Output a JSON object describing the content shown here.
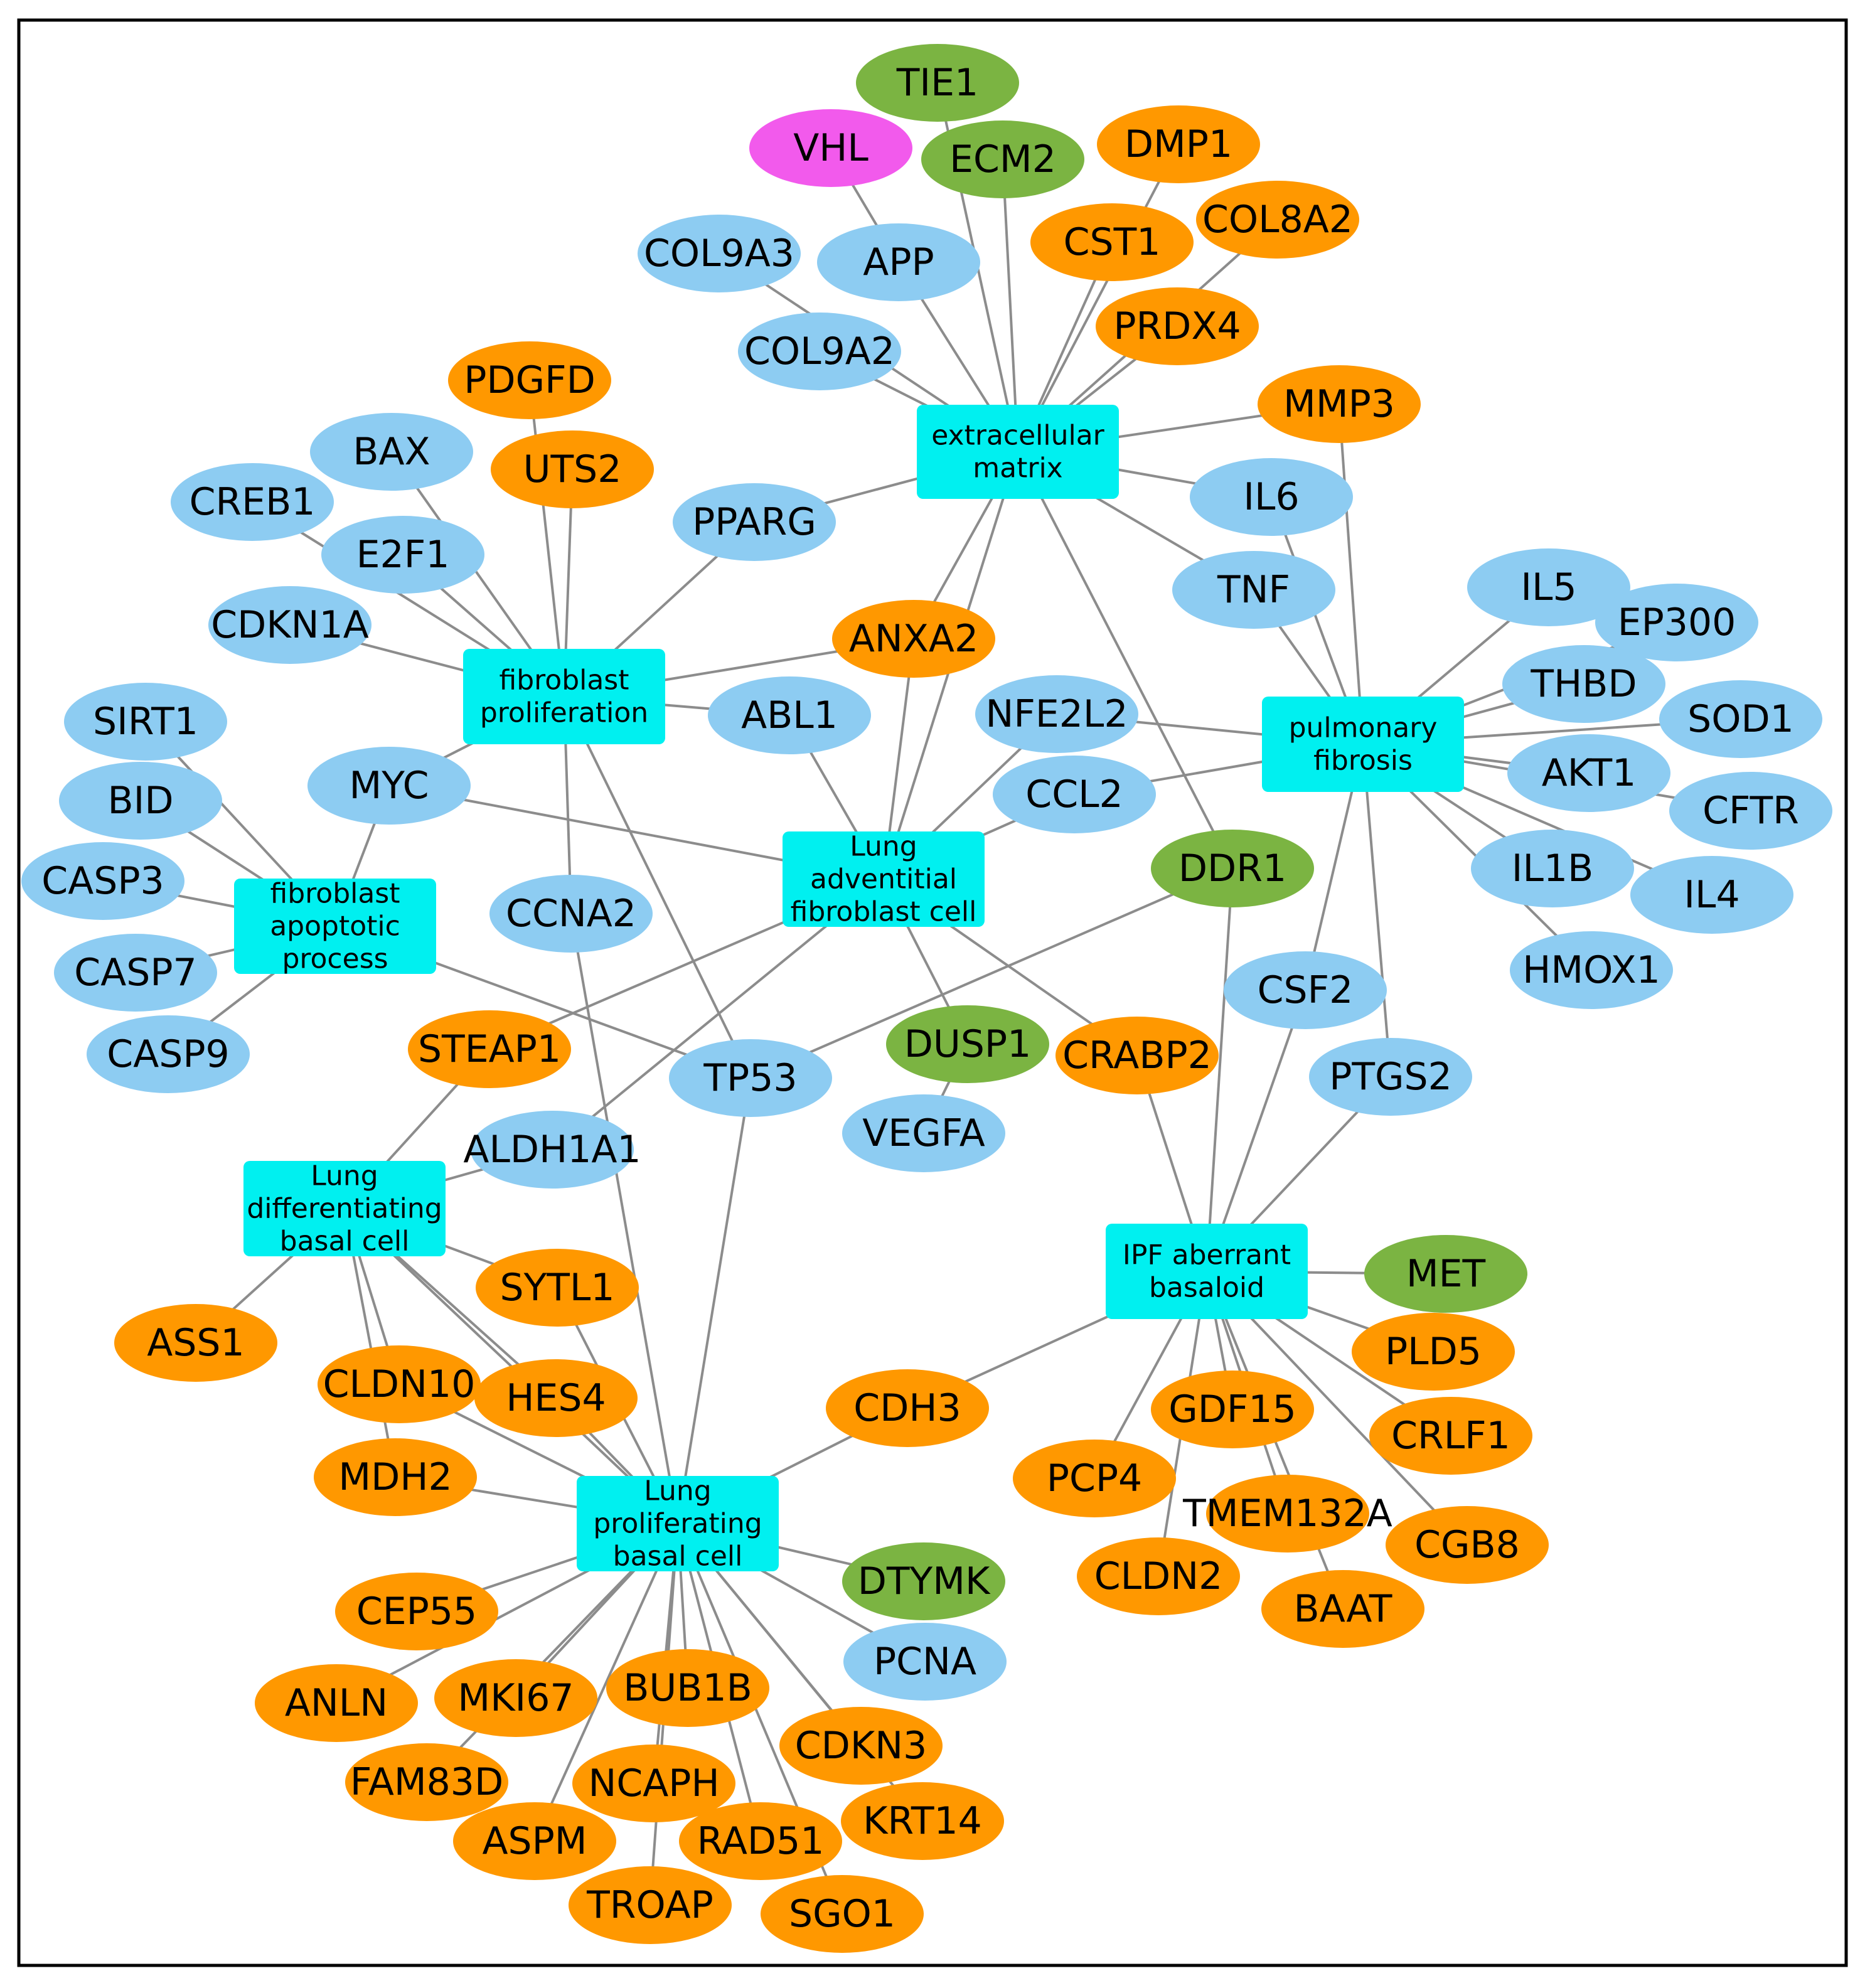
{
  "colors": {
    "term_box": "#00F0F0",
    "blue_gene": "#8DCCF2",
    "orange_gene": "#FF9800",
    "green_gene": "#7BB442",
    "magenta_gene": "#F25AEC",
    "edge": "#8C8C8C",
    "frame": "#000000"
  },
  "terms": [
    {
      "id": "ecm",
      "lines": [
        "extracellular",
        "matrix"
      ]
    },
    {
      "id": "fp",
      "lines": [
        "fibroblast",
        "proliferation"
      ]
    },
    {
      "id": "pf",
      "lines": [
        "pulmonary",
        "fibrosis"
      ]
    },
    {
      "id": "fap",
      "lines": [
        "fibroblast",
        "apoptotic",
        "process"
      ]
    },
    {
      "id": "laf",
      "lines": [
        "Lung",
        "adventitial",
        "fibroblast cell"
      ]
    },
    {
      "id": "ldb",
      "lines": [
        "Lung",
        "differentiating",
        "basal cell"
      ]
    },
    {
      "id": "ipf",
      "lines": [
        "IPF aberrant",
        "basaloid"
      ]
    },
    {
      "id": "lpb",
      "lines": [
        "Lung",
        "proliferating",
        "basal cell"
      ]
    }
  ],
  "genes": [
    {
      "id": "TIE1",
      "label": "TIE1",
      "color": "green"
    },
    {
      "id": "VHL",
      "label": "VHL",
      "color": "magenta"
    },
    {
      "id": "ECM2",
      "label": "ECM2",
      "color": "green"
    },
    {
      "id": "DMP1",
      "label": "DMP1",
      "color": "orange"
    },
    {
      "id": "COL9A3",
      "label": "COL9A3",
      "color": "blue"
    },
    {
      "id": "APP",
      "label": "APP",
      "color": "blue"
    },
    {
      "id": "CST1",
      "label": "CST1",
      "color": "orange"
    },
    {
      "id": "COL8A2",
      "label": "COL8A2",
      "color": "orange"
    },
    {
      "id": "COL9A2",
      "label": "COL9A2",
      "color": "blue"
    },
    {
      "id": "PRDX4",
      "label": "PRDX4",
      "color": "orange"
    },
    {
      "id": "PDGFD",
      "label": "PDGFD",
      "color": "orange"
    },
    {
      "id": "MMP3",
      "label": "MMP3",
      "color": "orange"
    },
    {
      "id": "BAX",
      "label": "BAX",
      "color": "blue"
    },
    {
      "id": "UTS2",
      "label": "UTS2",
      "color": "orange"
    },
    {
      "id": "CREB1",
      "label": "CREB1",
      "color": "blue"
    },
    {
      "id": "IL6",
      "label": "IL6",
      "color": "blue"
    },
    {
      "id": "PPARG",
      "label": "PPARG",
      "color": "blue"
    },
    {
      "id": "E2F1",
      "label": "E2F1",
      "color": "blue"
    },
    {
      "id": "TNF",
      "label": "TNF",
      "color": "blue"
    },
    {
      "id": "IL5",
      "label": "IL5",
      "color": "blue"
    },
    {
      "id": "CDKN1A",
      "label": "CDKN1A",
      "color": "blue"
    },
    {
      "id": "EP300",
      "label": "EP300",
      "color": "blue"
    },
    {
      "id": "ANXA2",
      "label": "ANXA2",
      "color": "orange"
    },
    {
      "id": "THBD",
      "label": "THBD",
      "color": "blue"
    },
    {
      "id": "NFE2L2",
      "label": "NFE2L2",
      "color": "blue"
    },
    {
      "id": "SIRT1",
      "label": "SIRT1",
      "color": "blue"
    },
    {
      "id": "ABL1",
      "label": "ABL1",
      "color": "blue"
    },
    {
      "id": "SOD1",
      "label": "SOD1",
      "color": "blue"
    },
    {
      "id": "AKT1",
      "label": "AKT1",
      "color": "blue"
    },
    {
      "id": "MYC",
      "label": "MYC",
      "color": "blue"
    },
    {
      "id": "BID",
      "label": "BID",
      "color": "blue"
    },
    {
      "id": "CCL2",
      "label": "CCL2",
      "color": "blue"
    },
    {
      "id": "CFTR",
      "label": "CFTR",
      "color": "blue"
    },
    {
      "id": "DDR1",
      "label": "DDR1",
      "color": "green"
    },
    {
      "id": "CASP3",
      "label": "CASP3",
      "color": "blue"
    },
    {
      "id": "IL1B",
      "label": "IL1B",
      "color": "blue"
    },
    {
      "id": "IL4",
      "label": "IL4",
      "color": "blue"
    },
    {
      "id": "CCNA2",
      "label": "CCNA2",
      "color": "blue"
    },
    {
      "id": "CASP7",
      "label": "CASP7",
      "color": "blue"
    },
    {
      "id": "HMOX1",
      "label": "HMOX1",
      "color": "blue"
    },
    {
      "id": "CSF2",
      "label": "CSF2",
      "color": "blue"
    },
    {
      "id": "CASP9",
      "label": "CASP9",
      "color": "blue"
    },
    {
      "id": "STEAP1",
      "label": "STEAP1",
      "color": "orange"
    },
    {
      "id": "DUSP1",
      "label": "DUSP1",
      "color": "green"
    },
    {
      "id": "CRABP2",
      "label": "CRABP2",
      "color": "orange"
    },
    {
      "id": "TP53",
      "label": "TP53",
      "color": "blue"
    },
    {
      "id": "PTGS2",
      "label": "PTGS2",
      "color": "blue"
    },
    {
      "id": "VEGFA",
      "label": "VEGFA",
      "color": "blue"
    },
    {
      "id": "ALDH1A1",
      "label": "ALDH1A1",
      "color": "blue"
    },
    {
      "id": "MET",
      "label": "MET",
      "color": "green"
    },
    {
      "id": "SYTL1",
      "label": "SYTL1",
      "color": "orange"
    },
    {
      "id": "ASS1",
      "label": "ASS1",
      "color": "orange"
    },
    {
      "id": "PLD5",
      "label": "PLD5",
      "color": "orange"
    },
    {
      "id": "CLDN10",
      "label": "CLDN10",
      "color": "orange"
    },
    {
      "id": "HES4",
      "label": "HES4",
      "color": "orange"
    },
    {
      "id": "CDH3",
      "label": "CDH3",
      "color": "orange"
    },
    {
      "id": "GDF15",
      "label": "GDF15",
      "color": "orange"
    },
    {
      "id": "CRLF1",
      "label": "CRLF1",
      "color": "orange"
    },
    {
      "id": "MDH2",
      "label": "MDH2",
      "color": "orange"
    },
    {
      "id": "PCP4",
      "label": "PCP4",
      "color": "orange"
    },
    {
      "id": "TMEM132A",
      "label": "TMEM132A",
      "color": "orange"
    },
    {
      "id": "CGB8",
      "label": "CGB8",
      "color": "orange"
    },
    {
      "id": "DTYMK",
      "label": "DTYMK",
      "color": "green"
    },
    {
      "id": "CLDN2",
      "label": "CLDN2",
      "color": "orange"
    },
    {
      "id": "CEP55",
      "label": "CEP55",
      "color": "orange"
    },
    {
      "id": "BAAT",
      "label": "BAAT",
      "color": "orange"
    },
    {
      "id": "PCNA",
      "label": "PCNA",
      "color": "blue"
    },
    {
      "id": "ANLN",
      "label": "ANLN",
      "color": "orange"
    },
    {
      "id": "MKI67",
      "label": "MKI67",
      "color": "orange"
    },
    {
      "id": "BUB1B",
      "label": "BUB1B",
      "color": "orange"
    },
    {
      "id": "CDKN3",
      "label": "CDKN3",
      "color": "orange"
    },
    {
      "id": "FAM83D",
      "label": "FAM83D",
      "color": "orange"
    },
    {
      "id": "NCAPH",
      "label": "NCAPH",
      "color": "orange"
    },
    {
      "id": "KRT14",
      "label": "KRT14",
      "color": "orange"
    },
    {
      "id": "ASPM",
      "label": "ASPM",
      "color": "orange"
    },
    {
      "id": "RAD51",
      "label": "RAD51",
      "color": "orange"
    },
    {
      "id": "TROAP",
      "label": "TROAP",
      "color": "orange"
    },
    {
      "id": "SGO1",
      "label": "SGO1",
      "color": "orange"
    }
  ],
  "edges": [
    [
      "VHL",
      "APP"
    ],
    [
      "APP",
      "ecm"
    ],
    [
      "ECM2",
      "ecm"
    ],
    [
      "TIE1",
      "ecm"
    ],
    [
      "DMP1",
      "ecm"
    ],
    [
      "CST1",
      "ecm"
    ],
    [
      "COL8A2",
      "ecm"
    ],
    [
      "PRDX4",
      "ecm"
    ],
    [
      "COL9A3",
      "ecm"
    ],
    [
      "COL9A2",
      "ecm"
    ],
    [
      "MMP3",
      "ecm"
    ],
    [
      "IL6",
      "ecm"
    ],
    [
      "TNF",
      "ecm"
    ],
    [
      "PPARG",
      "ecm"
    ],
    [
      "ANXA2",
      "ecm"
    ],
    [
      "DDR1",
      "ecm"
    ],
    [
      "laf",
      "ecm"
    ],
    [
      "PDGFD",
      "fp"
    ],
    [
      "UTS2",
      "fp"
    ],
    [
      "BAX",
      "fp"
    ],
    [
      "CREB1",
      "fp"
    ],
    [
      "E2F1",
      "fp"
    ],
    [
      "CDKN1A",
      "fp"
    ],
    [
      "PPARG",
      "fp"
    ],
    [
      "ANXA2",
      "fp"
    ],
    [
      "ABL1",
      "fp"
    ],
    [
      "MYC",
      "fp"
    ],
    [
      "CCNA2",
      "fp"
    ],
    [
      "TP53",
      "fp"
    ],
    [
      "TNF",
      "pf"
    ],
    [
      "IL6",
      "pf"
    ],
    [
      "MMP3",
      "pf"
    ],
    [
      "IL5",
      "pf"
    ],
    [
      "EP300",
      "pf"
    ],
    [
      "THBD",
      "pf"
    ],
    [
      "SOD1",
      "pf"
    ],
    [
      "AKT1",
      "pf"
    ],
    [
      "CFTR",
      "pf"
    ],
    [
      "IL1B",
      "pf"
    ],
    [
      "IL4",
      "pf"
    ],
    [
      "HMOX1",
      "pf"
    ],
    [
      "NFE2L2",
      "pf"
    ],
    [
      "CCL2",
      "pf"
    ],
    [
      "CSF2",
      "pf"
    ],
    [
      "PTGS2",
      "pf"
    ],
    [
      "SIRT1",
      "fap"
    ],
    [
      "BID",
      "fap"
    ],
    [
      "CASP3",
      "fap"
    ],
    [
      "CASP7",
      "fap"
    ],
    [
      "CASP9",
      "fap"
    ],
    [
      "MYC",
      "fap"
    ],
    [
      "TP53",
      "fap"
    ],
    [
      "MYC",
      "laf"
    ],
    [
      "ABL1",
      "laf"
    ],
    [
      "NFE2L2",
      "laf"
    ],
    [
      "CCL2",
      "laf"
    ],
    [
      "ANXA2",
      "laf"
    ],
    [
      "STEAP1",
      "laf"
    ],
    [
      "DUSP1",
      "laf"
    ],
    [
      "CRABP2",
      "laf"
    ],
    [
      "ALDH1A1",
      "laf"
    ],
    [
      "DUSP1",
      "VEGFA"
    ],
    [
      "DDR1",
      "TP53"
    ],
    [
      "STEAP1",
      "ldb"
    ],
    [
      "ALDH1A1",
      "ldb"
    ],
    [
      "ASS1",
      "ldb"
    ],
    [
      "SYTL1",
      "ldb"
    ],
    [
      "CLDN10",
      "ldb"
    ],
    [
      "HES4",
      "ldb"
    ],
    [
      "MDH2",
      "ldb"
    ],
    [
      "CRABP2",
      "ipf"
    ],
    [
      "DDR1",
      "ipf"
    ],
    [
      "CSF2",
      "ipf"
    ],
    [
      "PTGS2",
      "ipf"
    ],
    [
      "MET",
      "ipf"
    ],
    [
      "PLD5",
      "ipf"
    ],
    [
      "CRLF1",
      "ipf"
    ],
    [
      "CGB8",
      "ipf"
    ],
    [
      "GDF15",
      "ipf"
    ],
    [
      "TMEM132A",
      "ipf"
    ],
    [
      "BAAT",
      "ipf"
    ],
    [
      "CLDN2",
      "ipf"
    ],
    [
      "PCP4",
      "ipf"
    ],
    [
      "CDH3",
      "ipf"
    ],
    [
      "CCNA2",
      "lpb"
    ],
    [
      "TP53",
      "lpb"
    ],
    [
      "SYTL1",
      "lpb"
    ],
    [
      "HES4",
      "lpb"
    ],
    [
      "CLDN10",
      "lpb"
    ],
    [
      "MDH2",
      "lpb"
    ],
    [
      "CDH3",
      "lpb"
    ],
    [
      "DTYMK",
      "lpb"
    ],
    [
      "PCNA",
      "lpb"
    ],
    [
      "CEP55",
      "lpb"
    ],
    [
      "ANLN",
      "lpb"
    ],
    [
      "MKI67",
      "lpb"
    ],
    [
      "FAM83D",
      "lpb"
    ],
    [
      "BUB1B",
      "lpb"
    ],
    [
      "CDKN3",
      "lpb"
    ],
    [
      "NCAPH",
      "lpb"
    ],
    [
      "KRT14",
      "lpb"
    ],
    [
      "ASPM",
      "lpb"
    ],
    [
      "RAD51",
      "lpb"
    ],
    [
      "TROAP",
      "lpb"
    ],
    [
      "SGO1",
      "lpb"
    ],
    [
      "ldb",
      "lpb"
    ]
  ]
}
